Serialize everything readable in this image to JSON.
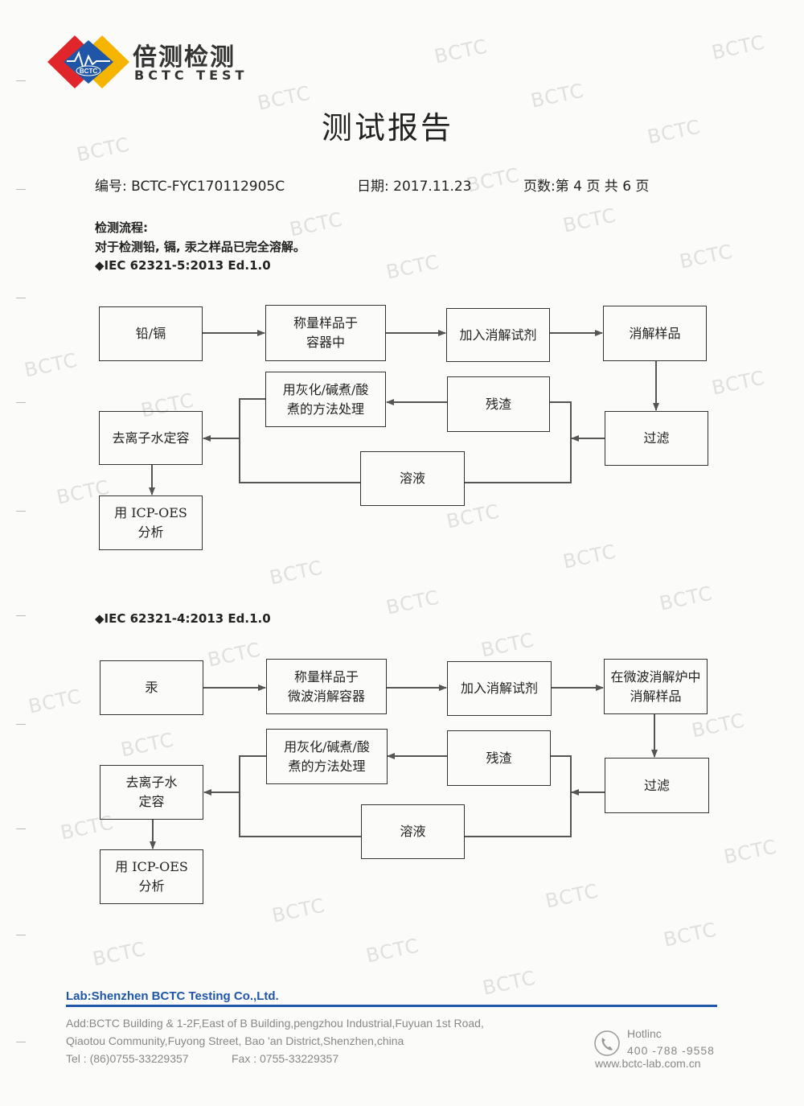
{
  "header": {
    "logo_cn": "倍测检测",
    "logo_en": "BCTC TEST",
    "logo_badge": "BCTC",
    "title": "测试报告",
    "number_label": "编号:",
    "number_value": "BCTC-FYC170112905C",
    "date_label": "日期:",
    "date_value": "2017.11.23",
    "page_label": "页数:第",
    "page_current": "4",
    "page_mid": "页 共",
    "page_total": "6",
    "page_end": "页"
  },
  "procedure": {
    "heading": "检测流程:",
    "note": "对于检测铅, 镉, 汞之样品已完全溶解。",
    "std1": "◆IEC 62321-5:2013 Ed.1.0",
    "std2": "◆IEC 62321-4:2013 Ed.1.0"
  },
  "flow1": {
    "b1": "铅/镉",
    "b2": "称量样品于\n容器中",
    "b3": "加入消解试剂",
    "b4": "消解样品",
    "b5": "过滤",
    "b6": "残渣",
    "b7": "用灰化/碱煮/酸\n煮的方法处理",
    "b8": "溶液",
    "b9": "去离子水定容",
    "b10": "用 ICP-OES\n分析"
  },
  "flow2": {
    "b1": "汞",
    "b2": "称量样品于\n微波消解容器",
    "b3": "加入消解试剂",
    "b4": "在微波消解炉中\n消解样品",
    "b5": "过滤",
    "b6": "残渣",
    "b7": "用灰化/碱煮/酸\n煮的方法处理",
    "b8": "溶液",
    "b9": "去离子水\n定容",
    "b10": "用 ICP-OES\n分析"
  },
  "footer": {
    "lab": "Lab:Shenzhen BCTC Testing Co.,Ltd.",
    "addr1": "Add:BCTC Building & 1-2F,East of B Building,pengzhou Industrial,Fuyuan 1st Road,",
    "addr2": "Qiaotou Community,Fuyong Street, Bao 'an District,Shenzhen,china",
    "tel": "Tel : (86)0755-33229357",
    "fax": "Fax : 0755-33229357",
    "hotline_label": "Hotlinc",
    "hotline": "400 -788 -9558",
    "website": "www.bctc-lab.com.cn"
  },
  "watermark": "BCTC",
  "colors": {
    "brand_blue": "#1f56a8",
    "brand_red": "#e0262b",
    "brand_yellow": "#f4b400",
    "footer_rule": "#1f56a8"
  }
}
